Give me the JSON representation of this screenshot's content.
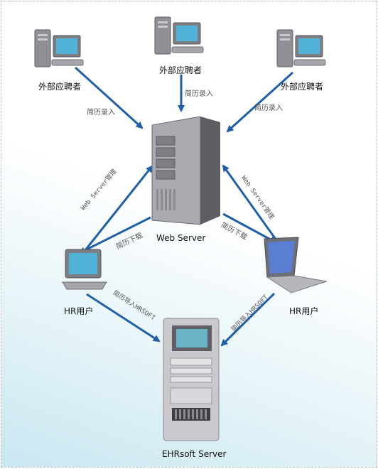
{
  "nodes": {
    "applicant_left": {
      "label": "外部应聘者"
    },
    "applicant_center": {
      "label": "外部应聘者"
    },
    "applicant_right": {
      "label": "外部应聘者"
    },
    "web_server": {
      "label": "Web Server"
    },
    "hr_left": {
      "label": "HR用户"
    },
    "hr_right": {
      "label": "HR用户"
    },
    "ehrsoft_server": {
      "label": "EHRsoft Server"
    }
  },
  "edges": {
    "resume_entry_left": "简历录入",
    "resume_entry_center": "简历录入",
    "resume_entry_right": "简历录入",
    "web_server_admin_left": "Web Server管理",
    "web_server_admin_right": "Web Server管理",
    "resume_download_left": "简历下载",
    "resume_download_right": "简历下载",
    "resume_import_left": "简历导入HRSOFT",
    "resume_import_right": "简历导入HRSOFT"
  },
  "colors": {
    "arrow": "#1f5fa8",
    "background_tint": "#c9e7f1"
  }
}
